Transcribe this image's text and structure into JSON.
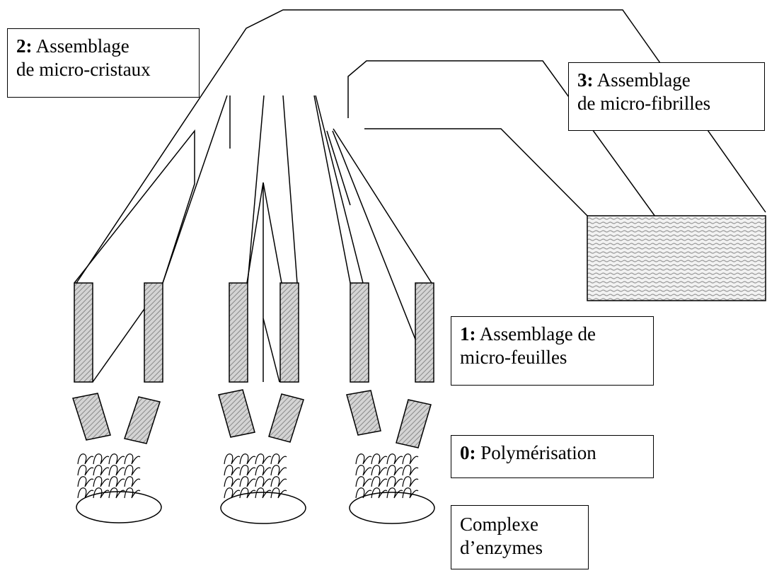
{
  "labels": {
    "stage2": {
      "number": "2:",
      "line1": " Assemblage",
      "line2": "de micro-cristaux"
    },
    "stage3": {
      "number": "3:",
      "line1": " Assemblage",
      "line2": "de micro-fibrilles"
    },
    "stage1": {
      "number": "1:",
      "line1": " Assemblage de",
      "line2": "micro-feuilles"
    },
    "stage0": {
      "number": "0:",
      "line1": " Polymérisation"
    },
    "enzyme": {
      "line1": "Complexe",
      "line2": "d’enzymes"
    }
  },
  "colors": {
    "stroke": "#000000",
    "hatch": "#8a8a8a",
    "fill": "#ffffff"
  }
}
